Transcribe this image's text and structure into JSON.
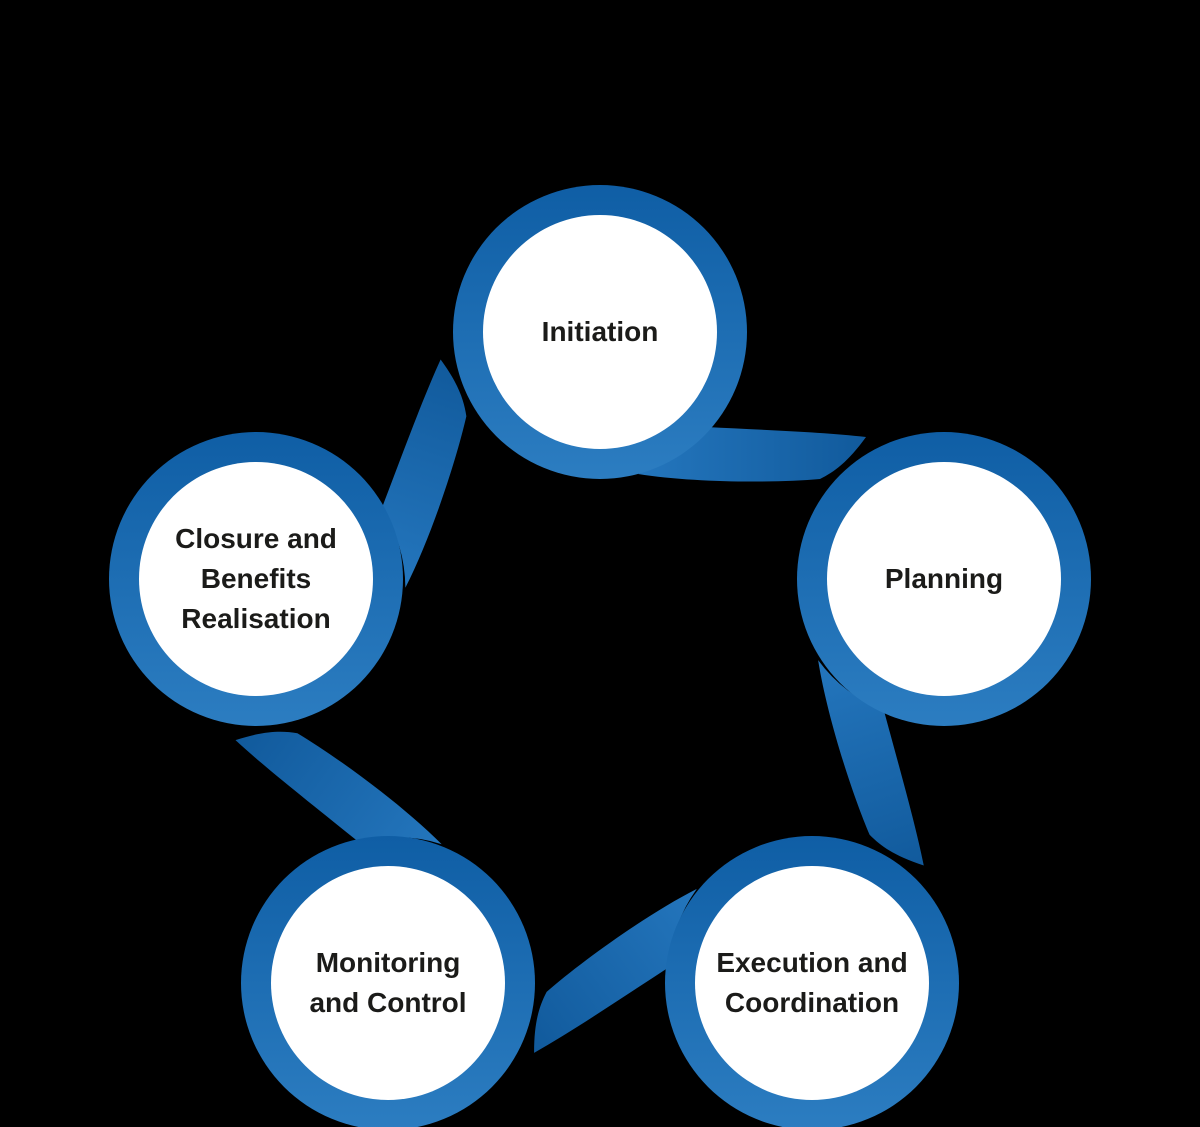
{
  "diagram": {
    "type": "cycle",
    "background_color": "#000000",
    "colors": {
      "ring_blue_top": "#0F5EA5",
      "ring_blue_bottom": "#2C7DC1",
      "arrow_blue_tail": "#2476BD",
      "arrow_blue_tip": "#115A9C",
      "node_fill": "#FFFFFF",
      "label_text": "#1B1B19"
    },
    "nodes": [
      {
        "id": "initiation",
        "label": "Initiation"
      },
      {
        "id": "planning",
        "label": "Planning"
      },
      {
        "id": "execution",
        "label": "Execution and\nCoordination"
      },
      {
        "id": "monitoring",
        "label": "Monitoring\nand Control"
      },
      {
        "id": "closure",
        "label": "Closure and\nBenefits\nRealisation"
      }
    ],
    "edges": [
      {
        "from": "initiation",
        "to": "planning"
      },
      {
        "from": "planning",
        "to": "execution"
      },
      {
        "from": "execution",
        "to": "monitoring"
      },
      {
        "from": "monitoring",
        "to": "closure"
      },
      {
        "from": "closure",
        "to": "initiation"
      }
    ]
  }
}
